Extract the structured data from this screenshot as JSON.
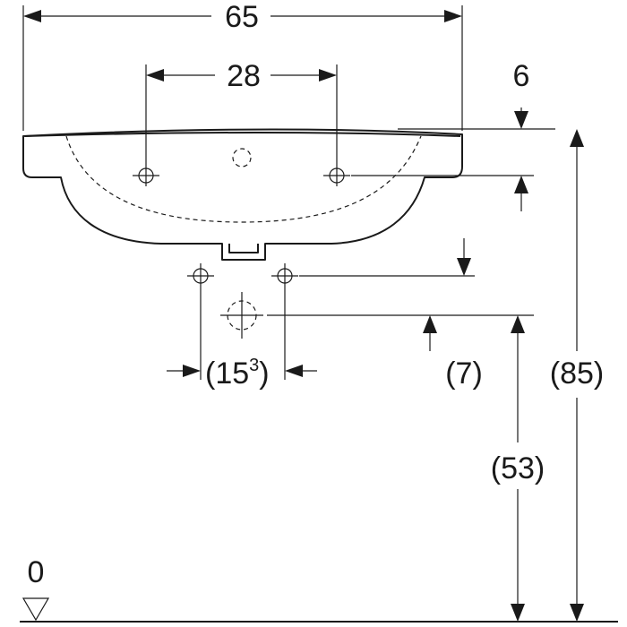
{
  "dimensions": {
    "width_total": "65",
    "tap_hole_spacing": "28",
    "rim_thickness": "6",
    "rim_height": "(85)",
    "outlet_height": "(53)",
    "outlet_offset": "(7)",
    "waste_spacing_main": "(15",
    "waste_spacing_sup": "3",
    "waste_spacing_close": ")",
    "floor_level": "0"
  },
  "colors": {
    "line": "#1a1a1a",
    "background": "#ffffff"
  }
}
